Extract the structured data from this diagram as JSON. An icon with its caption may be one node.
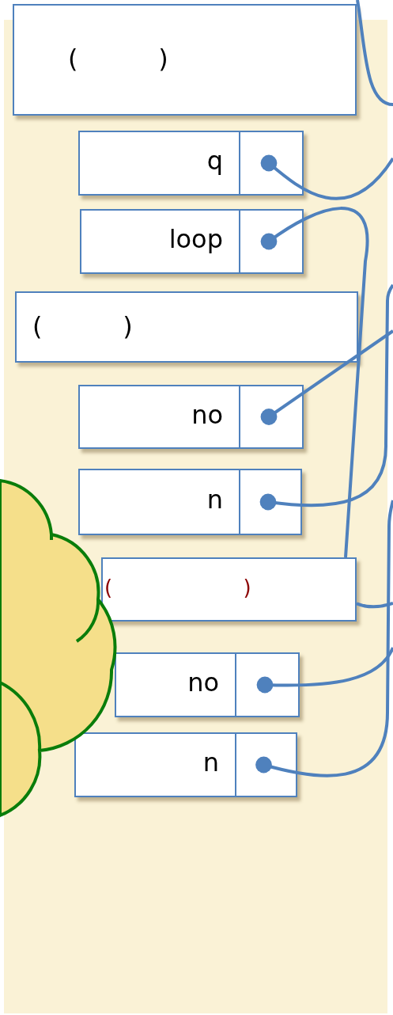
{
  "diagram": {
    "nodes": [
      {
        "text": [
          "(          )"
        ]
      },
      {
        "text": [
          "q"
        ]
      },
      {
        "text": [
          "loop"
        ]
      },
      {
        "text": [
          "(          )"
        ]
      },
      {
        "text": [
          "no"
        ]
      },
      {
        "text": [
          "n"
        ]
      },
      {
        "text": [
          "(                    )"
        ]
      },
      {
        "text": [
          "no"
        ]
      },
      {
        "text": [
          "n"
        ]
      },
      {
        "text": [],
        "shape": "cloud"
      }
    ],
    "edges": [
      {
        "from": 1,
        "to": null,
        "arrow": "other"
      },
      {
        "from": 2,
        "to": 6,
        "arrow": "other"
      },
      {
        "from": 4,
        "to": null,
        "arrow": "other"
      },
      {
        "from": 5,
        "to": null,
        "arrow": "other"
      },
      {
        "from": 6,
        "to": null,
        "arrow": "none"
      },
      {
        "from": 7,
        "to": null,
        "arrow": "other"
      },
      {
        "from": 8,
        "to": null,
        "arrow": "other"
      }
    ]
  }
}
